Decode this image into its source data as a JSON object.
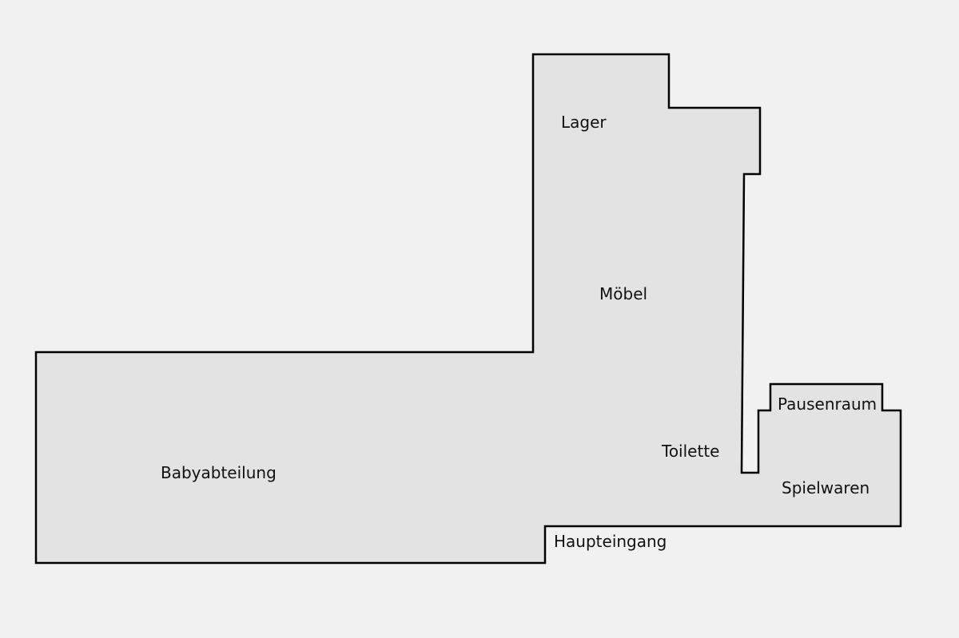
{
  "colors": {
    "background": "#f1f1f1",
    "floor_fill": "#e3e3e3",
    "outline": "#000000",
    "text": "#111111"
  },
  "rooms": {
    "lager": "Lager",
    "moebel": "Möbel",
    "pausenraum": "Pausenraum",
    "toilette": "Toilette",
    "spielwaren": "Spielwaren",
    "babyabteilung": "Babyabteilung",
    "haupteingang": "Haupteingang"
  }
}
